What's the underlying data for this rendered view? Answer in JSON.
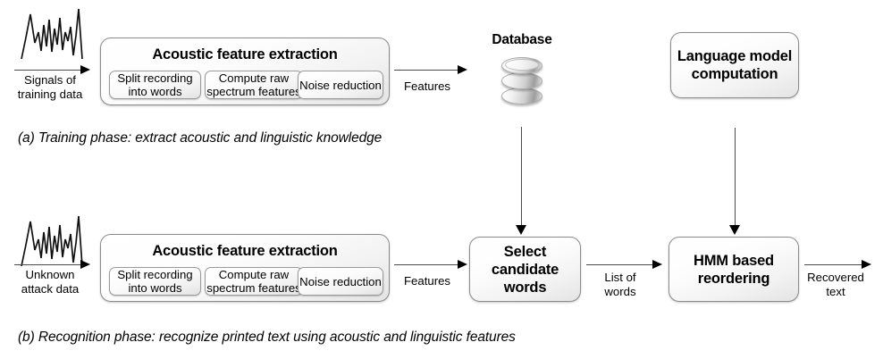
{
  "figure": {
    "panels": [
      {
        "id": "a",
        "caption": "(a) Training phase: extract acoustic and linguistic knowledge",
        "input_waveform_icon": "audio-waveform-icon",
        "input_label": "Signals of\ntraining data",
        "pipeline": {
          "title": "Acoustic feature extraction",
          "steps": [
            "Split recording\ninto words",
            "Compute raw\nspectrum features",
            "Noise reduction"
          ]
        },
        "output_label": "Features",
        "database": {
          "title": "Database",
          "icon": "database-cylinder-icon"
        },
        "language_model": {
          "label": "Language\nmodel\ncomputation"
        }
      },
      {
        "id": "b",
        "caption": "(b) Recognition phase: recognize printed text using acoustic and linguistic features",
        "input_waveform_icon": "audio-waveform-icon",
        "input_label": "Unknown\nattack data",
        "pipeline": {
          "title": "Acoustic feature extraction",
          "steps": [
            "Split recording\ninto words",
            "Compute raw\nspectrum features",
            "Noise reduction"
          ]
        },
        "output_label": "Features",
        "select_words": {
          "label": "Select\ncandidate\nwords"
        },
        "middle_label": "List of\nwords",
        "hmm": {
          "label": "HMM based\nreordering"
        },
        "final_label": "Recovered\ntext"
      }
    ],
    "colors": {
      "background": "#ffffff",
      "text": "#000000",
      "box_border": "#8c8c8c",
      "arrow": "#000000"
    }
  }
}
